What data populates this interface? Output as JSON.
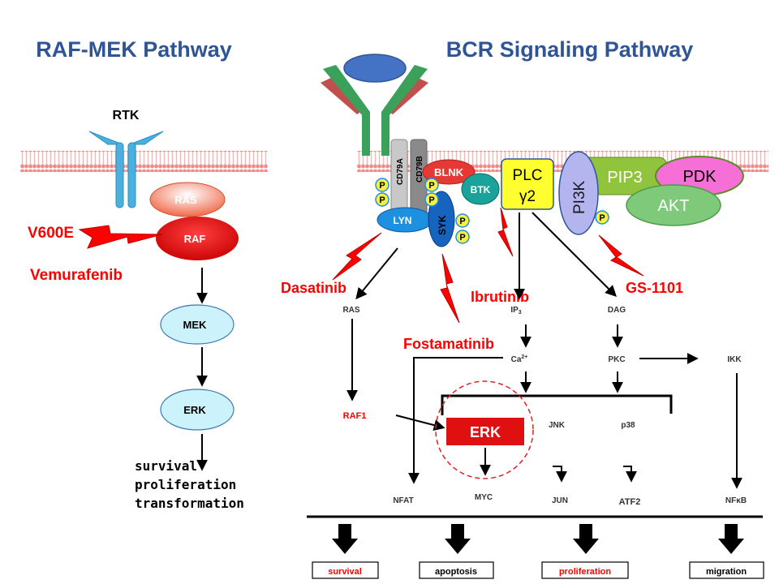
{
  "titles": {
    "left": "RAF-MEK Pathway",
    "right": "BCR Signaling Pathway"
  },
  "left_pathway": {
    "rtk": "RTK",
    "ras": "RAS",
    "raf": "RAF",
    "mutation": "V600E",
    "drug": "Vemurafenib",
    "mek": "MEK",
    "erk": "ERK",
    "outcomes": [
      "survival",
      "proliferation",
      "transformation"
    ]
  },
  "receptor": {
    "cd79a": "CD79A",
    "cd79b": "CD79B",
    "phospho": "P"
  },
  "kinases": {
    "lyn": "LYN",
    "syk": "SYK",
    "blnk": "BLNK",
    "btk": "BTK",
    "plc_line1": "PLC",
    "plc_line2": "γ2",
    "pi3k": "PI3K",
    "pip3": "PIP3",
    "pdk": "PDK",
    "akt": "AKT"
  },
  "drugs": {
    "dasatinib": "Dasatinib",
    "fostamatinib": "Fostamatinib",
    "ibrutinib": "Ibrutinib",
    "gs1101": "GS-1101"
  },
  "downstream": {
    "ras": "RAS",
    "ip3": "IP",
    "ip3_sub": "3",
    "dag": "DAG",
    "ca": "Ca",
    "ca_sup": "2+",
    "pkc": "PKC",
    "ikk": "IKK",
    "raf1": "RAF1",
    "erk": "ERK",
    "jnk": "JNK",
    "p38": "p38",
    "nfat": "NFAT",
    "myc": "MYC",
    "jun": "JUN",
    "atf2": "ATF2",
    "nfkb": "NFκB"
  },
  "outcomes": [
    "survival",
    "apoptosis",
    "proliferation",
    "migration"
  ],
  "colors": {
    "title_blue": "#2f5597",
    "drug_red": "#ff0000",
    "membrane_pink": "#f4a0a0",
    "receptor_blue": "#4ab0e0",
    "raf_red": "#e02020",
    "light_cyan": "#ccf2fb",
    "erk_red": "#e01010",
    "plc_yellow": "#ffff30",
    "pip3_green": "#8fc43c",
    "pdk_pink": "#f56fd6",
    "akt_green": "#7ec97a",
    "pi3k_lavender": "#b4b4ee",
    "lyn_blue": "#1e90e0",
    "syk_blue": "#1565c0",
    "btk_teal": "#1ba29a",
    "blnk_red": "#e53935",
    "phospho_yellow": "#f6f044"
  }
}
